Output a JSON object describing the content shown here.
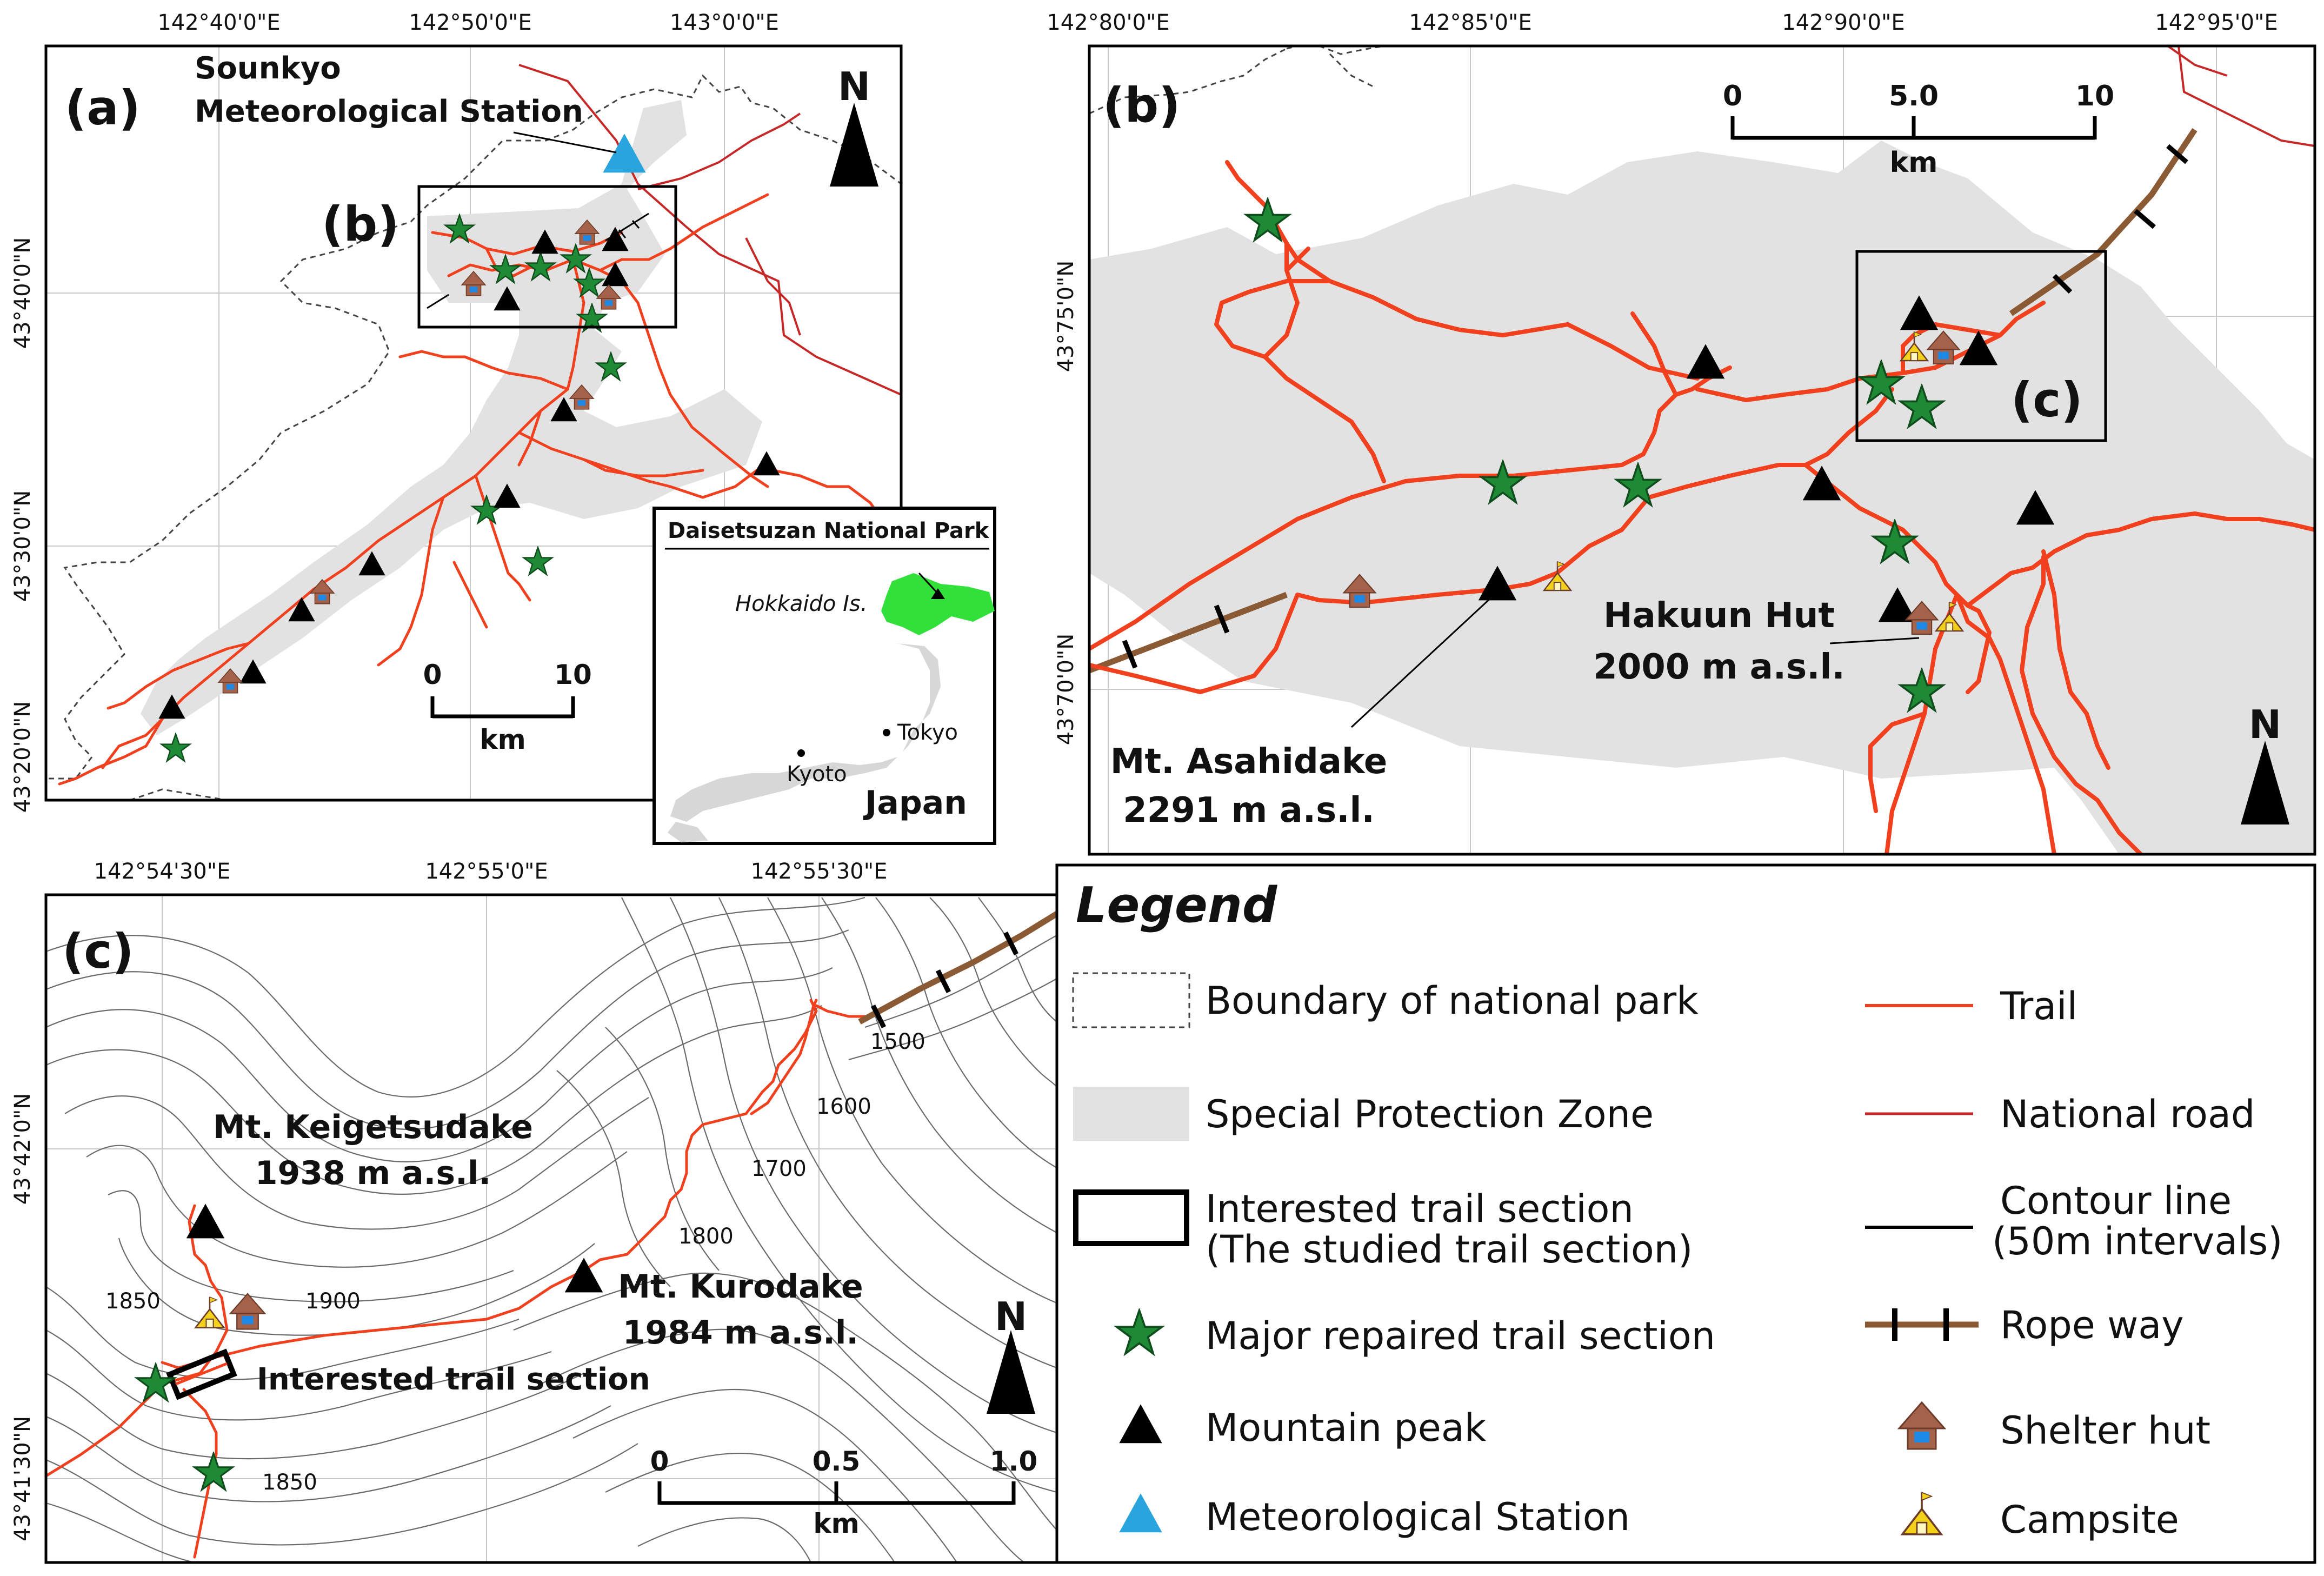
{
  "panel_a": {
    "label": "(a)",
    "inset_b_label": "(b)",
    "station_label_1": "Sounkyo",
    "station_label_2": "Meteorological Station",
    "lon_ticks": [
      "142°40'0\"E",
      "142°50'0\"E",
      "143°0'0\"E"
    ],
    "lat_ticks": [
      "43°40'0\"N",
      "43°30'0\"N",
      "43°20'0\"N"
    ],
    "north": "N",
    "scale": {
      "start": "0",
      "end": "10",
      "unit": "km"
    },
    "inset": {
      "title": "Daisetsuzan National Park",
      "hokkaido": "Hokkaido Is.",
      "tokyo": "Tokyo",
      "kyoto": "Kyoto",
      "japan": "Japan"
    }
  },
  "panel_b": {
    "label": "(b)",
    "inset_c_label": "(c)",
    "lon_ticks": [
      "142°80'0\"E",
      "142°85'0\"E",
      "142°90'0\"E",
      "142°95'0\"E"
    ],
    "lat_ticks": [
      "43°75'0\"N",
      "43°70'0\"N"
    ],
    "north": "N",
    "scale": {
      "start": "0",
      "mid": "5.0",
      "end": "10",
      "unit": "km"
    },
    "asahidake_name": "Mt. Asahidake",
    "asahidake_elev": "2291 m a.s.l.",
    "hakuun_name": "Hakuun Hut",
    "hakuun_elev": "2000 m a.s.l."
  },
  "panel_c": {
    "label": "(c)",
    "lon_ticks": [
      "142°54'30\"E",
      "142°55'0\"E",
      "142°55'30\"E"
    ],
    "lat_ticks": [
      "43°42'0\"N",
      "43°41'30\"N"
    ],
    "north": "N",
    "scale": {
      "start": "0",
      "mid": "0.5",
      "end": "1.0",
      "unit": "km"
    },
    "keigetsudake_name": "Mt. Keigetsudake",
    "keigetsudake_elev": "1938 m a.s.l.",
    "kurodake_name": "Mt. Kurodake",
    "kurodake_elev": "1984 m a.s.l.",
    "interested_label": "Interested trail section",
    "contour_labels": [
      "1500",
      "1600",
      "1700",
      "1800",
      "1850",
      "1900",
      "1850"
    ]
  },
  "legend": {
    "title": "Legend",
    "items": [
      {
        "label": "Boundary of national park"
      },
      {
        "label": "Special Protection Zone"
      },
      {
        "label": "Interested trail section"
      },
      {
        "label": "(The studied trail section)"
      },
      {
        "label": "Major repaired trail section"
      },
      {
        "label": "Mountain peak"
      },
      {
        "label": "Meteorological Station"
      },
      {
        "label": "Trail"
      },
      {
        "label": "National road"
      },
      {
        "label": "Contour line"
      },
      {
        "label": "(50m intervals)"
      },
      {
        "label": "Rope way"
      },
      {
        "label": "Shelter hut"
      },
      {
        "label": "Campsite"
      }
    ]
  },
  "colors": {
    "trail": "#f0401e",
    "road": "#c62828",
    "zone": "#e2e2e2",
    "star": "#1f8a35",
    "station": "#2aa4dd",
    "hut_roof": "#a5624a",
    "hut_door": "#1e88e5",
    "camp": "#f2d11a",
    "rope": "#8a5a34",
    "japan_highlight": "#32e03a"
  }
}
